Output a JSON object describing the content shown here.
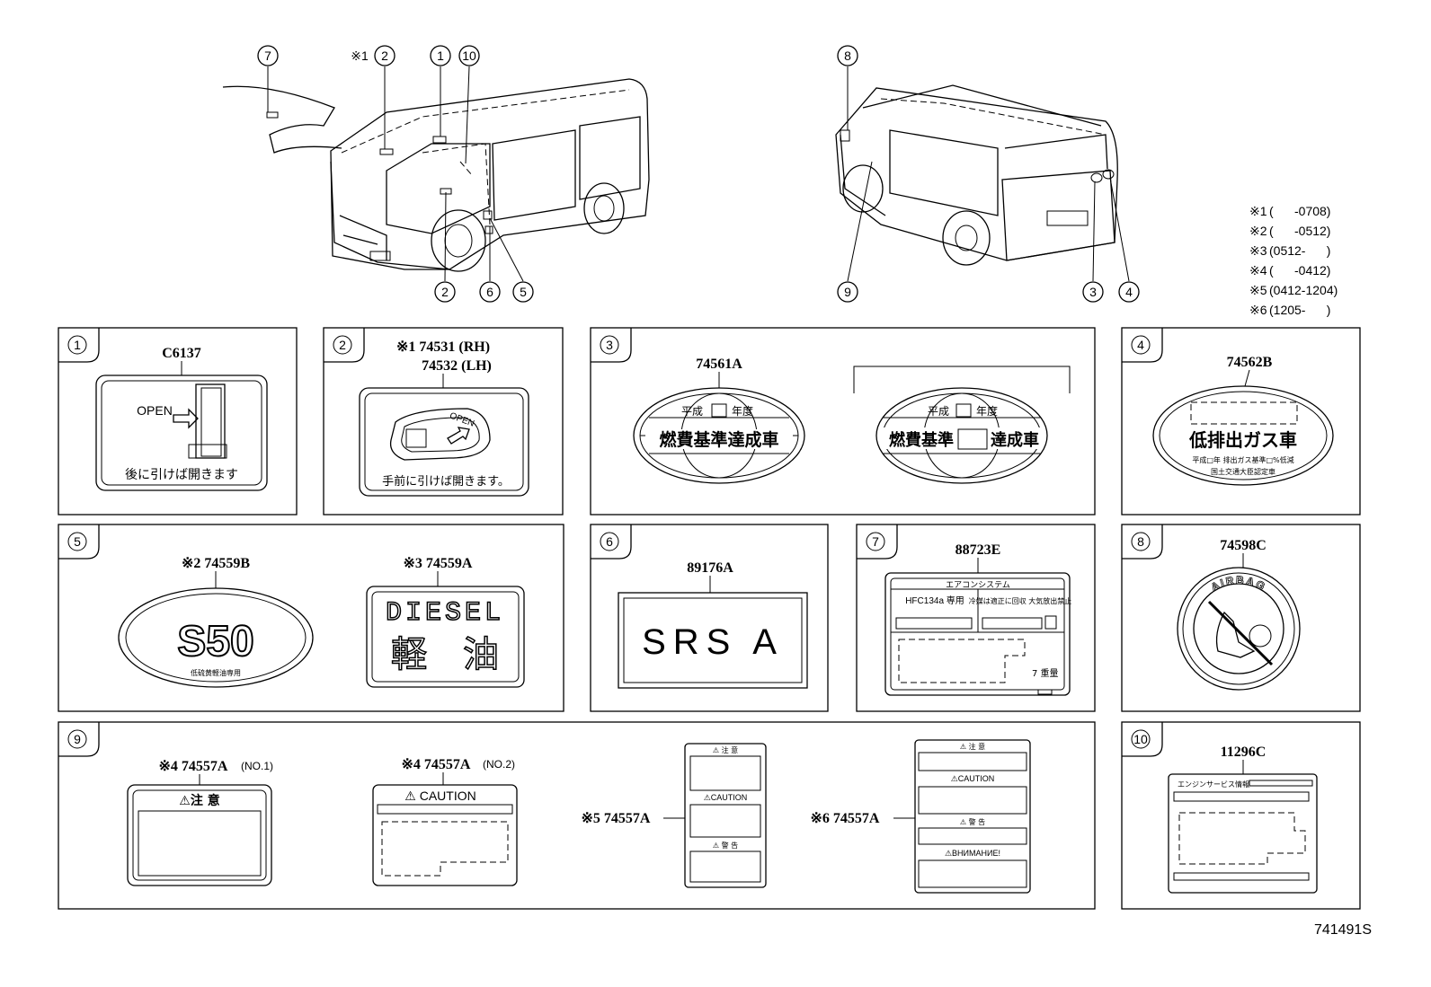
{
  "drawing_id": "741491S",
  "notes": [
    {
      "mark": "※1",
      "range": "(      -0708)"
    },
    {
      "mark": "※2",
      "range": "(      -0512)"
    },
    {
      "mark": "※3",
      "range": "(0512-      )"
    },
    {
      "mark": "※4",
      "range": "(      -0412)"
    },
    {
      "mark": "※5",
      "range": "(0412-1204)"
    },
    {
      "mark": "※6",
      "range": "(1205-      )"
    }
  ],
  "callouts": {
    "c1": "1",
    "c2": "2",
    "c3": "3",
    "c4": "4",
    "c5": "5",
    "c6": "6",
    "c7": "7",
    "c8": "8",
    "c9": "9",
    "c10": "10",
    "note1": "※1"
  },
  "boxes": {
    "b1": {
      "num": "1",
      "part": "C6137",
      "open": "OPEN",
      "text": "後に引けば開きます"
    },
    "b2": {
      "num": "2",
      "part1": "※1 74531 (RH)",
      "part2": "74532 (LH)",
      "open": "OPEN",
      "text": "手前に引けば開きます。"
    },
    "b3": {
      "num": "3",
      "part": "74561A",
      "year": "平成",
      "year2": "年度",
      "label1": "燃費基準達成車",
      "label2a": "燃費基準",
      "label2b": "達成車"
    },
    "b4": {
      "num": "4",
      "part": "74562B",
      "label": "低排出ガス車",
      "sub1": "平成□年 排出ガス基準□%低減",
      "sub2": "国土交通大臣認定車"
    },
    "b5": {
      "num": "5",
      "part1": "※2 74559B",
      "part2": "※3 74559A",
      "s50": "S50",
      "s50sub": "低硫黄軽油専用",
      "diesel": "DIESEL",
      "fuel1": "軽",
      "fuel2": "油"
    },
    "b6": {
      "num": "6",
      "part": "89176A",
      "label": "SRS A"
    },
    "b7": {
      "num": "7",
      "part": "88723E",
      "title": "エアコンシステム",
      "refrig": "HFC134a 専用",
      "note": "冷媒は適正に回収 大気放出禁止",
      "mark": "7 重量"
    },
    "b8": {
      "num": "8",
      "part": "74598C",
      "label": "AIRBAG"
    },
    "b9": {
      "num": "9",
      "part1": "※4 74557A",
      "part1b": "(NO.1)",
      "head1": "⚠注 意",
      "part2": "※4 74557A",
      "part2b": "(NO.2)",
      "head2": "⚠ CAUTION",
      "part3": "※5 74557A",
      "head3a": "⚠ 注  意",
      "head3b": "⚠CAUTION",
      "head3c": "⚠ 警  告",
      "part4": "※6 74557A",
      "head4a": "⚠ 注  意",
      "head4b": "⚠CAUTION",
      "head4c": "⚠ 警  告",
      "head4d": "⚠ВНИМАНИЕ!"
    },
    "b10": {
      "num": "10",
      "part": "11296C",
      "title": "エンジンサービス情報"
    }
  }
}
